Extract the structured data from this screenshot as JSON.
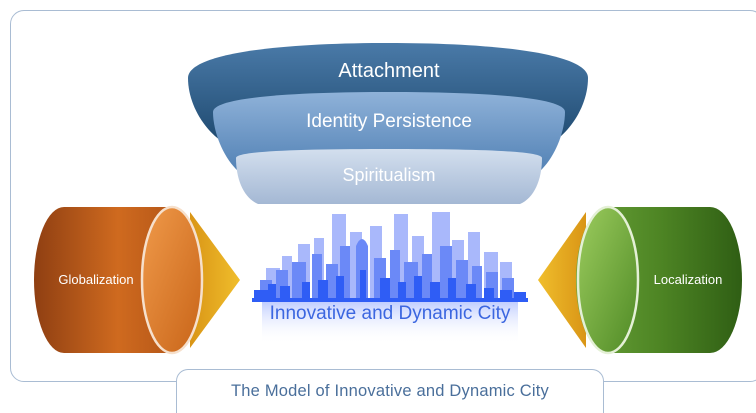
{
  "layers": {
    "attachment": "Attachment",
    "identity": "Identity Persistence",
    "spiritualism": "Spiritualism"
  },
  "left_force": {
    "label": "Globalization"
  },
  "right_force": {
    "label": "Localization"
  },
  "city": {
    "label": "Innovative and Dynamic City"
  },
  "caption": "The Model of Innovative and Dynamic City",
  "colors": {
    "attachment": "#2e5d86",
    "identity": "#5f8bbd",
    "spiritualism": "#b8c8df",
    "globalization": "#c4621a",
    "localization": "#4f8a25",
    "arrow": "#e8b020",
    "city": "#2f5df5"
  }
}
